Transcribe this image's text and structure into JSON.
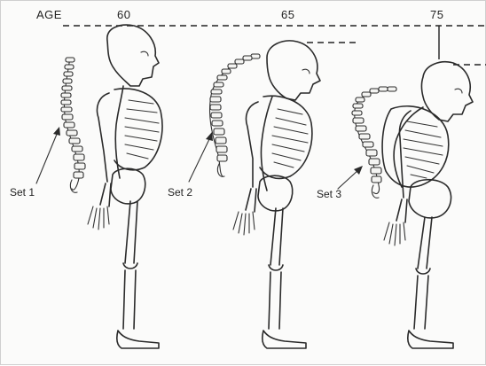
{
  "diagram": {
    "age_label": "AGE",
    "ages": [
      "60",
      "65",
      "75"
    ],
    "sets": [
      "Set 1",
      "Set 2",
      "Set 3"
    ]
  },
  "colors": {
    "background": "#fbfbfa",
    "ink": "#2b2b2b"
  }
}
